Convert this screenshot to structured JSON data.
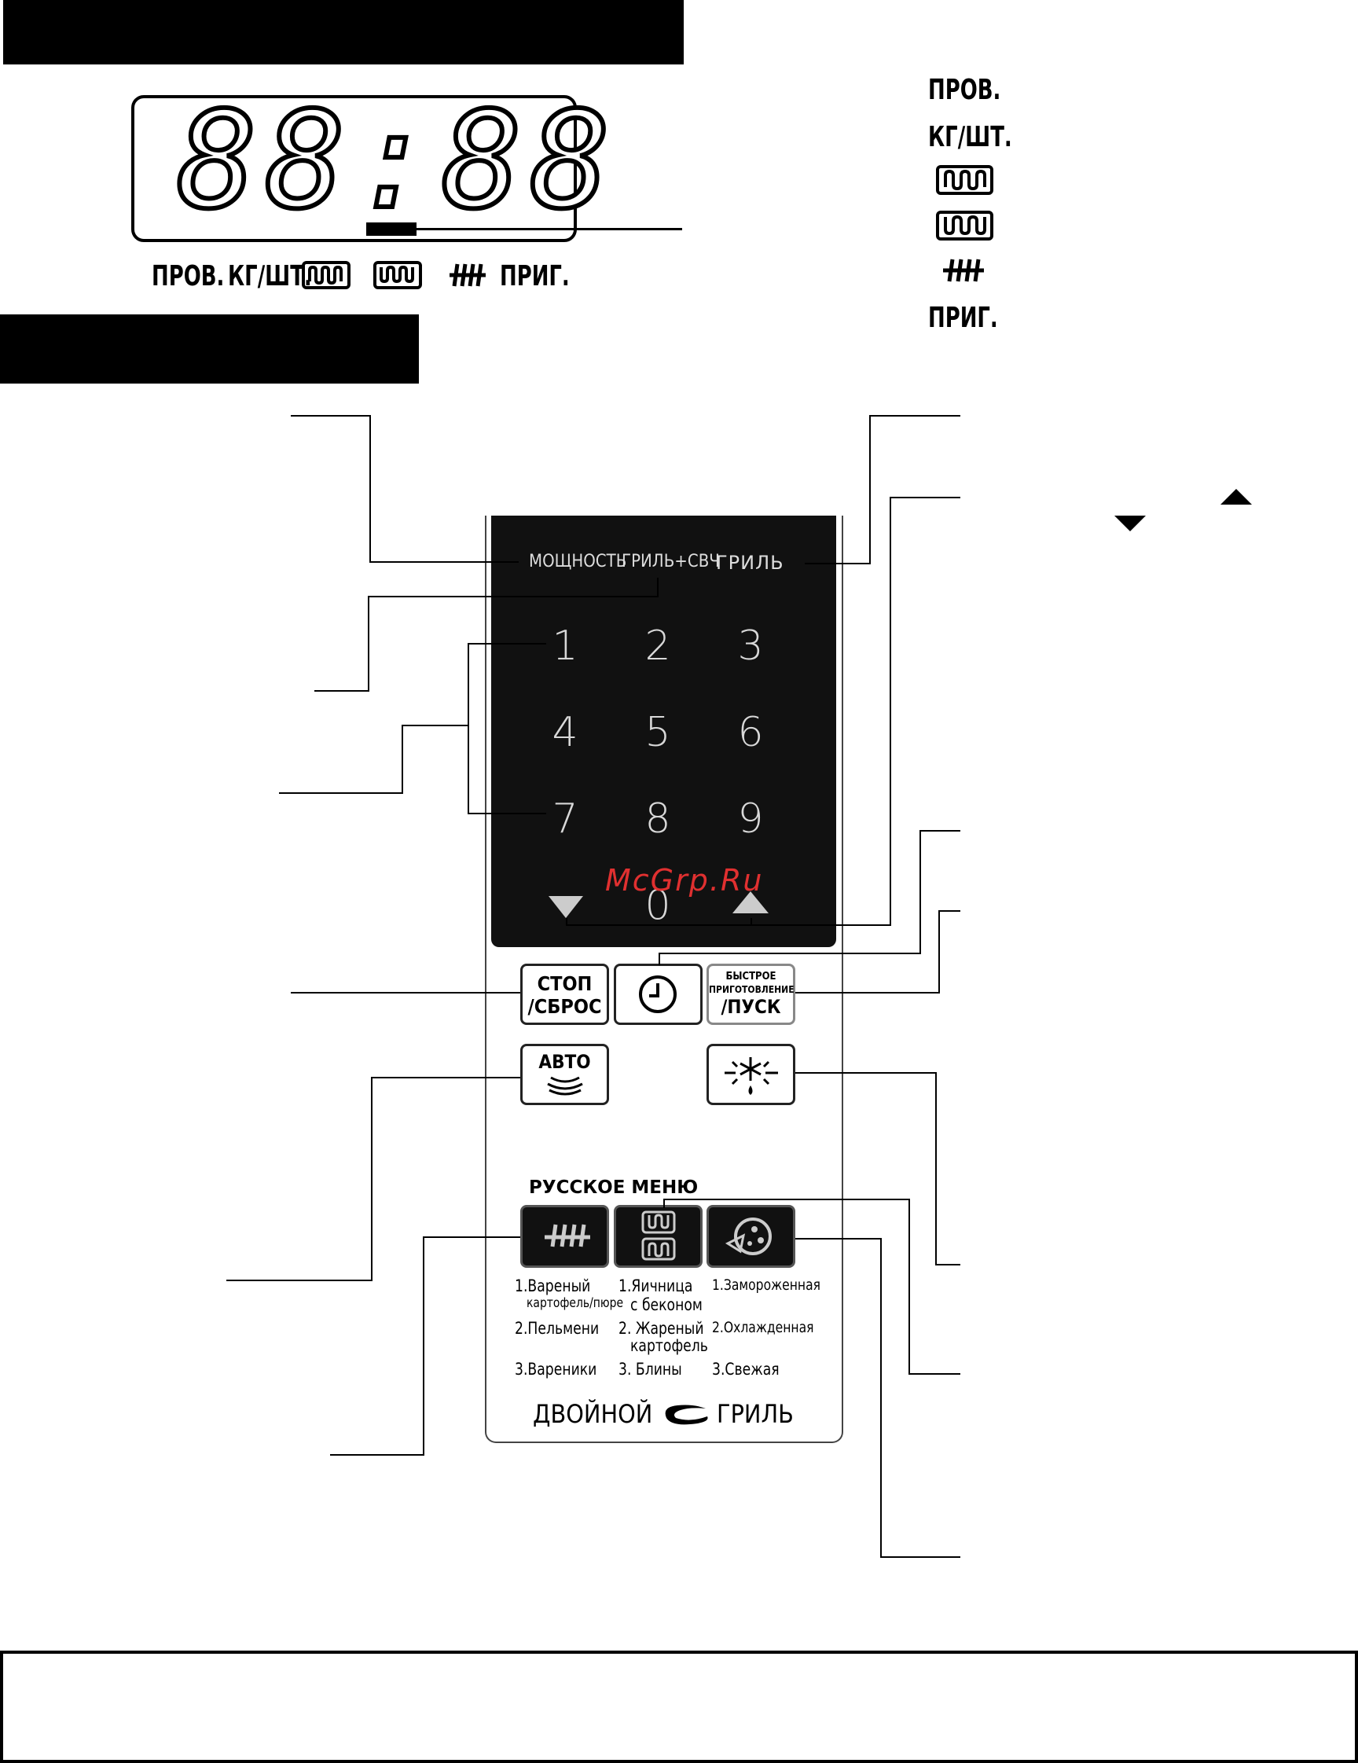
{
  "display": {
    "digits": "88:88",
    "indicators": {
      "prov": "ПРОВ.",
      "kg": "КГ/ШТ.",
      "grill_plus": "",
      "prig": "ПРИГ."
    }
  },
  "legend": {
    "prov": "ПРОВ.",
    "kg": "КГ/ШТ.",
    "prig": "ПРИГ."
  },
  "panel": {
    "labels": {
      "power": "МОЩНОСТЬ",
      "grill_mw": "ГРИЛЬ+СВЧ",
      "grill": "ГРИЛЬ"
    },
    "digits": [
      "1",
      "2",
      "3",
      "4",
      "5",
      "6",
      "7",
      "8",
      "9",
      "0"
    ],
    "buttons": {
      "stop_line1": "СТОП",
      "stop_line2": "/СБРОС",
      "quick_line1": "БЫСТРОЕ",
      "quick_line2": "ПРИГОТОВЛЕНИЕ",
      "quick_line3": "/ПУСК",
      "auto": "АВТО"
    },
    "russian_menu": "РУССКОЕ МЕНЮ",
    "menu_col1": [
      "1.Вареный",
      "картофель/пюре",
      "2.Пельмени",
      "3.Вареники"
    ],
    "menu_col2": [
      "1.Яичница",
      "с беконом",
      "2. Жареный",
      "картофель",
      "3. Блины"
    ],
    "menu_col3": [
      "1.Замороженная",
      "2.Охлажденная",
      "3.Свежая"
    ],
    "brand_left": "ДВОЙНОЙ",
    "brand_right": "ГРИЛЬ"
  },
  "watermark": "McGrp.Ru"
}
